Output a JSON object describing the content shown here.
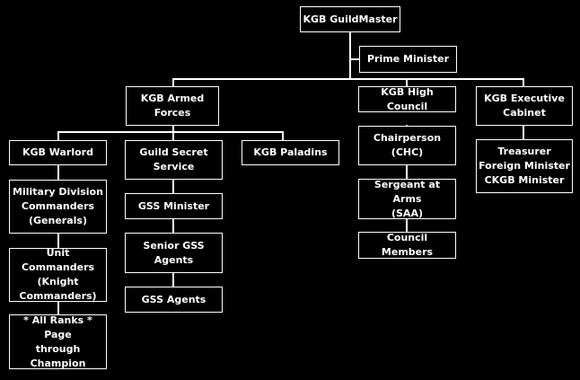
{
  "colors": {
    "background": "#000000",
    "foreground": "#ffffff"
  },
  "org_chart": {
    "nodes": {
      "guildmaster": "KGB GuildMaster",
      "prime_minister": "Prime Minister",
      "armed_forces": "KGB Armed\nForces",
      "high_council": "KGB High Council",
      "executive_cabinet": "KGB Executive\nCabinet",
      "warlord": "KGB Warlord",
      "guild_secret_service": "Guild Secret\nService",
      "paladins": "KGB Paladins",
      "military_division_commanders": "Military Division\nCommanders\n(Generals)",
      "unit_commanders": "Unit Commanders\n(Knight\nCommanders)",
      "all_ranks": "* All Ranks * Page\nthrough\nChampion",
      "gss_minister": "GSS Minister",
      "senior_gss_agents": "Senior GSS\nAgents",
      "gss_agents": "GSS Agents",
      "chairperson": "Chairperson\n(CHC)",
      "sergeant_at_arms": "Sergeant at Arms\n(SAA)",
      "council_members": "Council Members",
      "cabinet_members": "Treasurer\nForeign Minister\nCKGB Minister"
    }
  }
}
